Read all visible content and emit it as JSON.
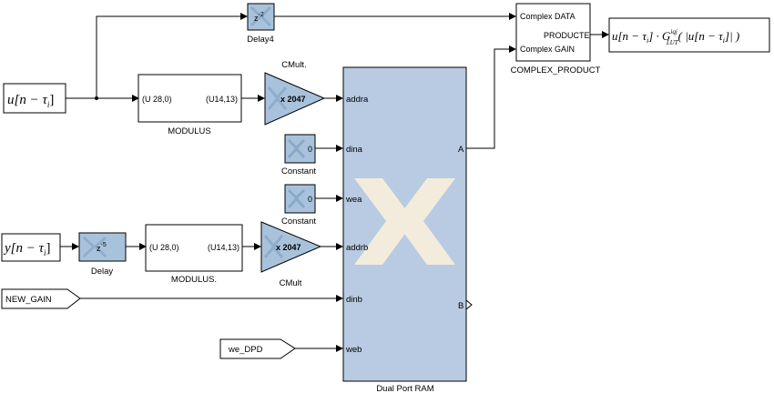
{
  "inputs": {
    "u_head": "u[n − τ",
    "u_sub": "i",
    "u_tail": "]",
    "y_head": "y[n − τ",
    "y_sub": "i",
    "y_tail": "]"
  },
  "delay4": {
    "op": "z",
    "exp": "-2",
    "caption": "Delay4"
  },
  "delay": {
    "op": "z",
    "exp": "-5",
    "caption": "Delay"
  },
  "modulus_top": {
    "in": "(U 28,0)",
    "out": "(U14,13)",
    "caption": "MODULUS"
  },
  "modulus_bottom": {
    "in": "(U 28,0)",
    "out": "(U14,13)",
    "caption": "MODULUS."
  },
  "cmult_top": {
    "gain": "x 2047",
    "caption": "CMult."
  },
  "cmult_bottom": {
    "gain": "x 2047",
    "caption": "CMult"
  },
  "const_top": {
    "value": "0",
    "caption": "Constant"
  },
  "const_bottom": {
    "value": "0",
    "caption": "Constant"
  },
  "ram": {
    "caption": "Dual Port RAM",
    "ports_in": [
      "addra",
      "dina",
      "wea",
      "addrb",
      "dinb",
      "web"
    ],
    "port_a": "A",
    "port_b": "B"
  },
  "complex_product": {
    "in_data": "Complex DATA",
    "in_gain": "Complex GAIN",
    "out": "PRODUCTE",
    "caption": "COMPLEX_PRODUCT"
  },
  "output_expr": {
    "a": "u[n − τ",
    "a_sub": "i",
    "b": "] · G",
    "g_sub": "LUT",
    "g_sup": "iqj",
    "c": "( |u[n − τ",
    "c_sub": "i",
    "d": "]| )"
  },
  "goto_tags": {
    "new_gain": "NEW_GAIN",
    "we_dpd": "we_DPD"
  },
  "colors": {
    "block_blue": "#a9c2dc",
    "icon_blue": "#c8d6e8",
    "ram_fill": "#b8cbe2",
    "logo": "#f3ecdc"
  }
}
